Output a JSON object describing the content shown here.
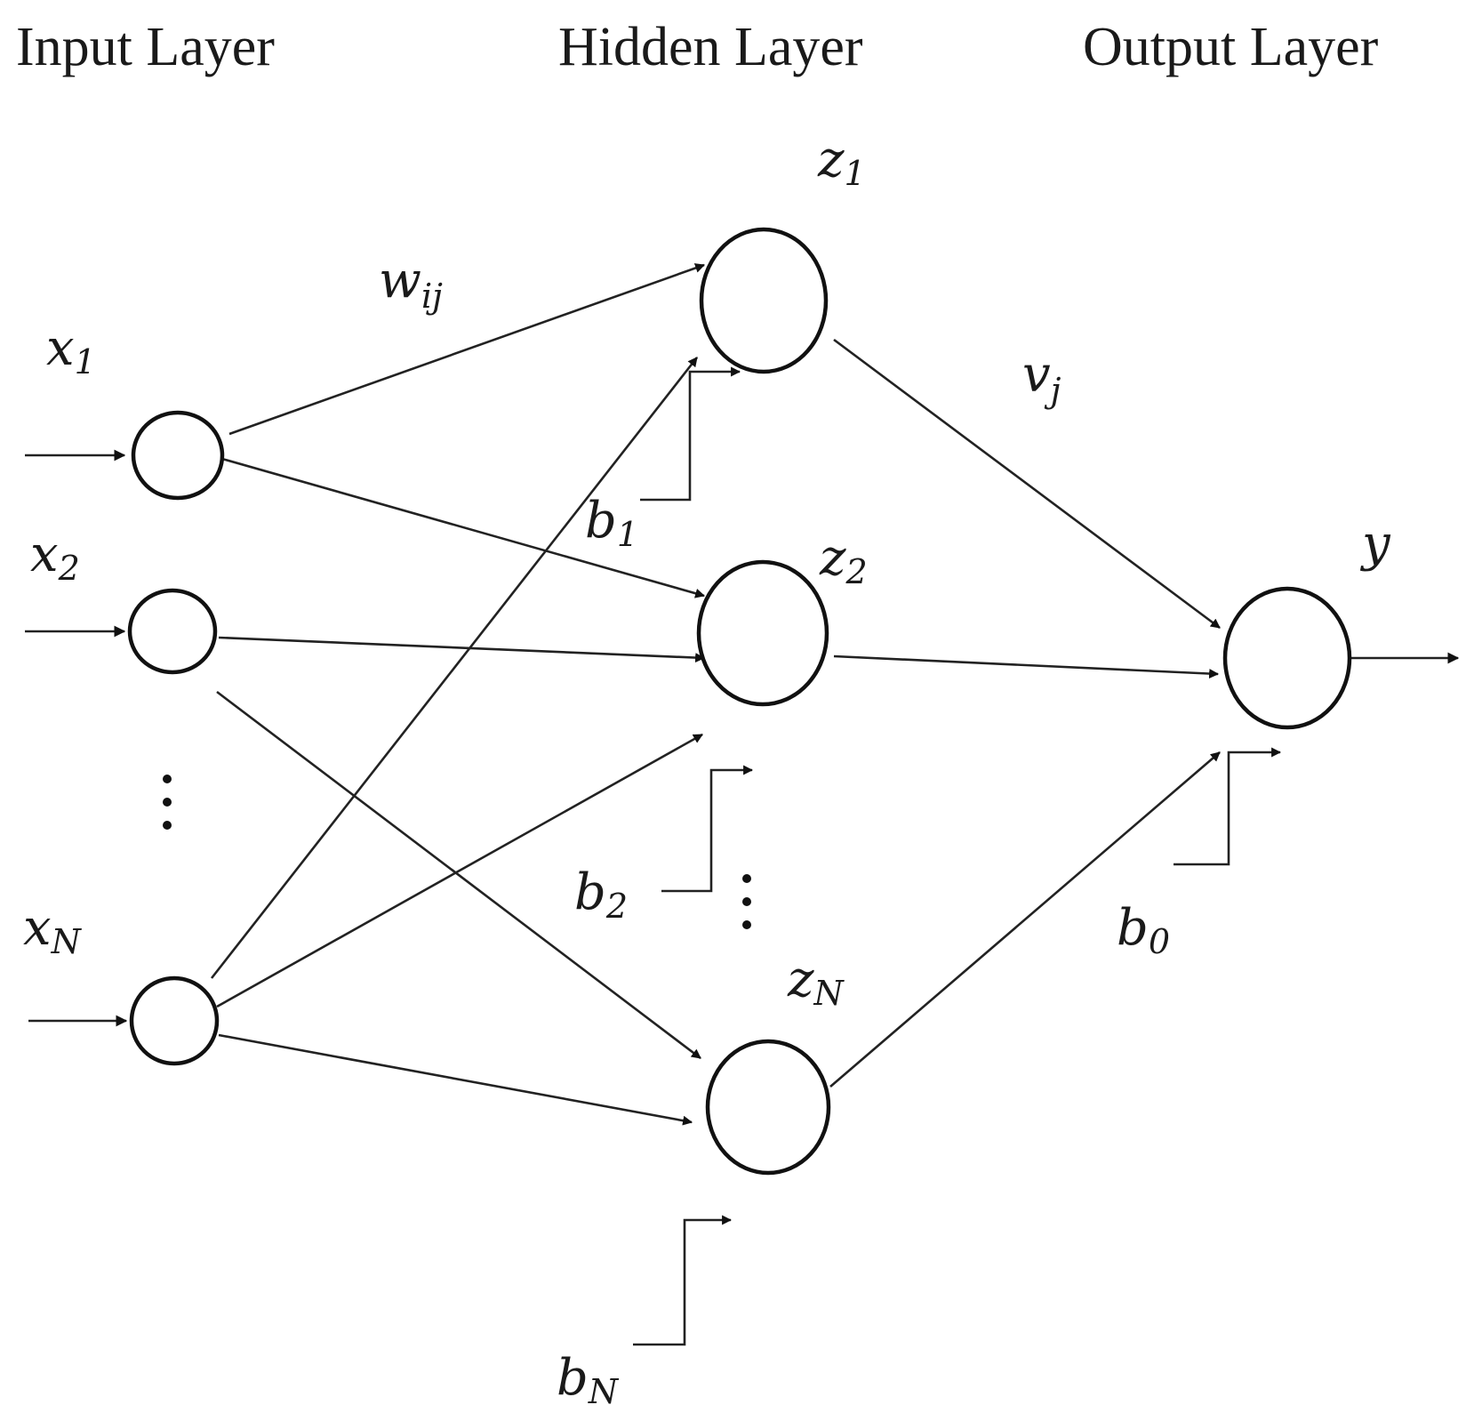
{
  "layers": {
    "input": "Input Layer",
    "hidden": "Hidden Layer",
    "output": "Output Layer"
  },
  "labels": {
    "x1": {
      "base": "x",
      "sub": "1"
    },
    "x2": {
      "base": "x",
      "sub": "2"
    },
    "xN": {
      "base": "x",
      "sub": "N"
    },
    "z1": {
      "base": "z",
      "sub": "1"
    },
    "z2": {
      "base": "z",
      "sub": "2"
    },
    "zN": {
      "base": "z",
      "sub": "N"
    },
    "y": {
      "base": "y"
    },
    "wij": {
      "base": "w",
      "sub": "ij"
    },
    "vj": {
      "base": "v",
      "sub": "j"
    },
    "b1": {
      "base": "b",
      "sub": "1"
    },
    "b2": {
      "base": "b",
      "sub": "2"
    },
    "bN": {
      "base": "b",
      "sub": "N"
    },
    "b0": {
      "base": "b",
      "sub": "0"
    }
  }
}
